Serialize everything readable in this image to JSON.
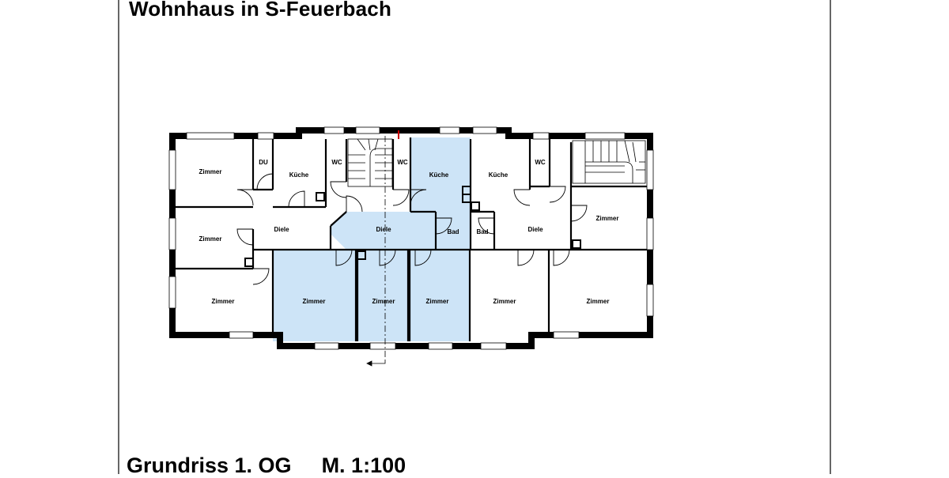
{
  "title": "Wohnhaus in S-Feuerbach",
  "footer": {
    "plan": "Grundriss 1. OG",
    "scale": "M. 1:100"
  },
  "colors": {
    "highlight": "#cde4f7",
    "wall": "#000000",
    "accent": "#cc0000"
  },
  "rooms": {
    "zimmer_top_left": "Zimmer",
    "du": "DU",
    "kueche_left": "Küche",
    "wc_left": "WC",
    "wc_center": "WC",
    "kueche_center": "Küche",
    "kueche_right": "Küche",
    "wc_right": "WC",
    "zimmer_mid_left": "Zimmer",
    "diele_left": "Diele",
    "diele_center": "Diele",
    "bad_center": "Bad",
    "bad_right": "Bad",
    "diele_right": "Diele",
    "zimmer_mid_right": "Zimmer",
    "zimmer_bottom_left": "Zimmer",
    "zimmer_bl2": "Zimmer",
    "zimmer_center": "Zimmer",
    "zimmer_center_right": "Zimmer",
    "zimmer_br1": "Zimmer",
    "zimmer_br2": "Zimmer"
  }
}
